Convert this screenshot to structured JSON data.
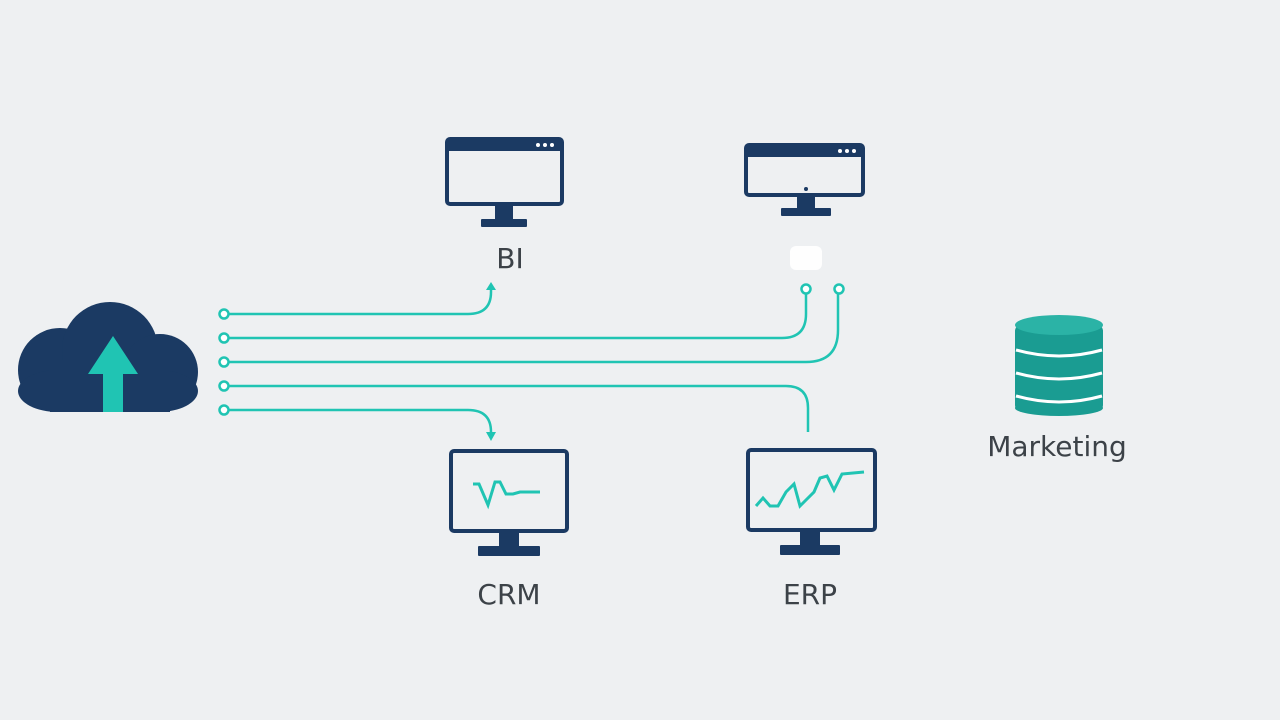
{
  "colors": {
    "background": "#eef0f2",
    "navy": "#1b3a63",
    "teal": "#20c4b3",
    "label": "#3c4248"
  },
  "nodes": {
    "cloud": {
      "icon": "cloud-upload-icon"
    },
    "bi": {
      "label": "BI",
      "icon": "monitor-icon"
    },
    "top_right": {
      "label": "",
      "icon": "monitor-icon"
    },
    "crm": {
      "label": "CRM",
      "icon": "monitor-chart-icon"
    },
    "erp": {
      "label": "ERP",
      "icon": "monitor-chart-icon"
    },
    "marketing": {
      "label": "Marketing",
      "icon": "database-icon"
    }
  },
  "connections": [
    {
      "from": "cloud",
      "to": "bi"
    },
    {
      "from": "cloud",
      "to": "top_right"
    },
    {
      "from": "cloud",
      "to": "top_right"
    },
    {
      "from": "cloud",
      "to": "erp"
    },
    {
      "from": "cloud",
      "to": "crm"
    }
  ]
}
